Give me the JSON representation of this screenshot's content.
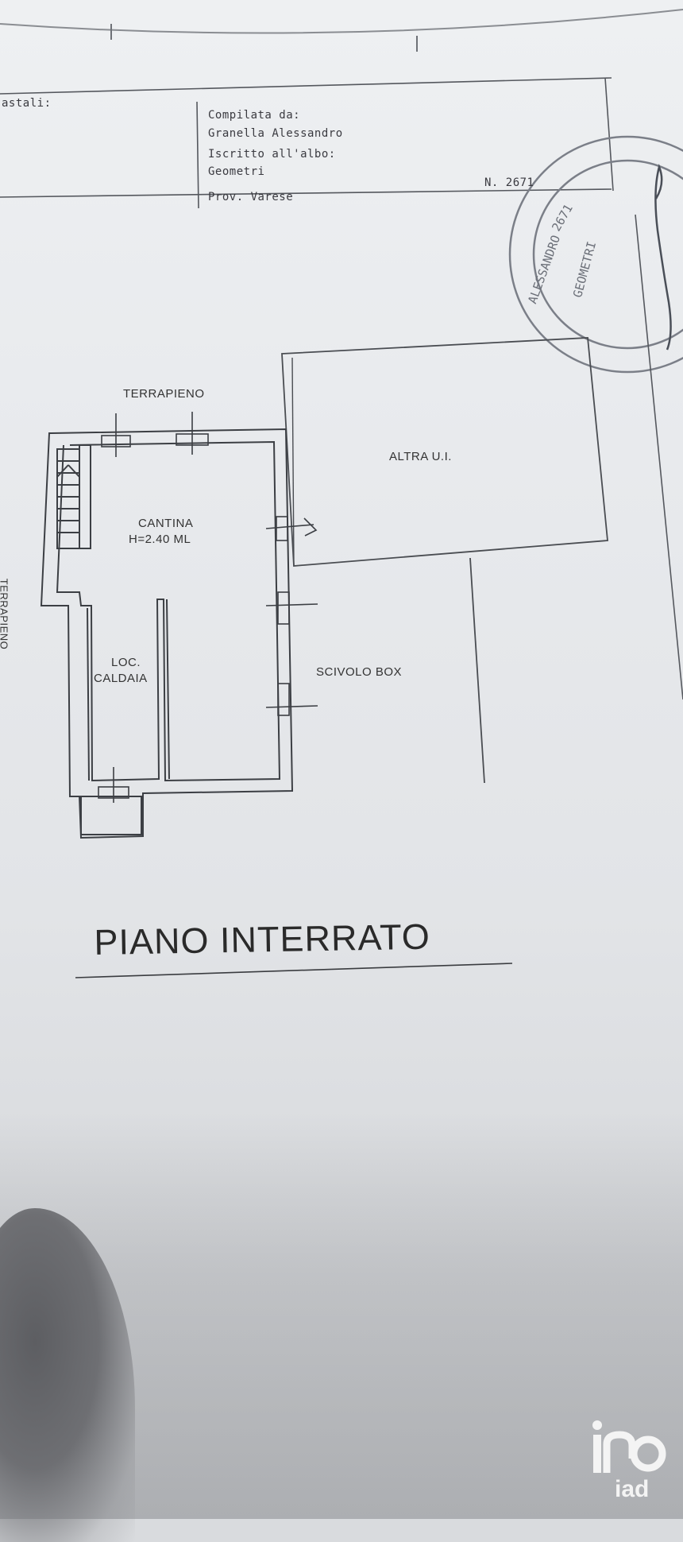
{
  "header": {
    "catastali_label": "astali:",
    "compilata_label": "Compilata da:",
    "compiler_name": "Granella Alessandro",
    "iscritto_label": "Iscritto all'albo:",
    "albo_name": "Geometri",
    "province": "Prov. Varese",
    "number": "N. 2671"
  },
  "stamp": {
    "lines": [
      "ALESSANDRO",
      "2671",
      "GEOMETRI"
    ]
  },
  "plan": {
    "terrapieno_top": "TERRAPIENO",
    "terrapieno_side": "TERRAPIENO",
    "cantina": "CANTINA",
    "cantina_height": "H=2.40 ML",
    "loc": "LOC.",
    "caldaia": "CALDAIA",
    "altra_ui": "ALTRA U.I.",
    "scivolo_box": "SCIVOLO BOX"
  },
  "title": "PIANO INTERRATO",
  "brand": {
    "name": "iad",
    "color": "#f4f4f4"
  }
}
